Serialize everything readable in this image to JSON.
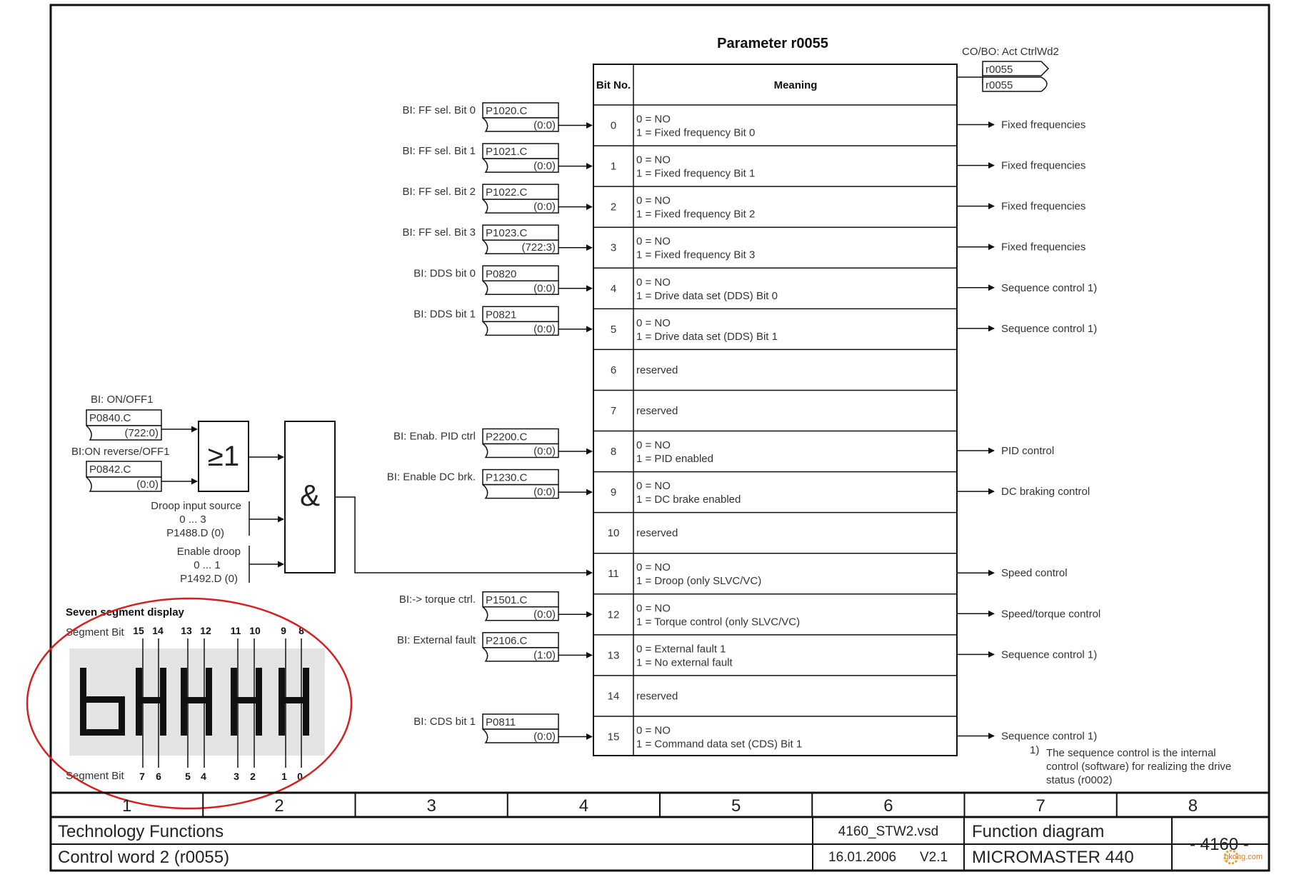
{
  "header": {
    "title": "Parameter r0055",
    "col_bit": "Bit No.",
    "col_meaning": "Meaning",
    "connector_label": "CO/BO: Act CtrlWd2",
    "connector_out1": "r0055",
    "connector_out2": "r0055"
  },
  "rows": [
    {
      "bit": "0",
      "m1": "0 = NO",
      "m2": "1 = Fixed frequency Bit 0",
      "in_label": "BI: FF sel. Bit 0",
      "param": "P1020.C",
      "def": "(0:0)",
      "out": "Fixed frequencies"
    },
    {
      "bit": "1",
      "m1": "0 = NO",
      "m2": "1 = Fixed frequency Bit 1",
      "in_label": "BI: FF sel. Bit 1",
      "param": "P1021.C",
      "def": "(0:0)",
      "out": "Fixed frequencies"
    },
    {
      "bit": "2",
      "m1": "0 = NO",
      "m2": "1 = Fixed frequency Bit 2",
      "in_label": "BI: FF sel. Bit 2",
      "param": "P1022.C",
      "def": "(0:0)",
      "out": "Fixed frequencies"
    },
    {
      "bit": "3",
      "m1": "0 = NO",
      "m2": "1 = Fixed frequency Bit 3",
      "in_label": "BI: FF sel. Bit 3",
      "param": "P1023.C",
      "def": "(722:3)",
      "out": "Fixed frequencies"
    },
    {
      "bit": "4",
      "m1": "0 = NO",
      "m2": "1 = Drive data set (DDS) Bit 0",
      "in_label": "BI: DDS bit 0",
      "param": "P0820",
      "def": "(0:0)",
      "out": "Sequence control 1)"
    },
    {
      "bit": "5",
      "m1": "0 = NO",
      "m2": "1 = Drive data set (DDS) Bit 1",
      "in_label": "BI: DDS bit 1",
      "param": "P0821",
      "def": "(0:0)",
      "out": "Sequence control 1)"
    },
    {
      "bit": "6",
      "m1": "reserved",
      "m2": "",
      "in_label": "",
      "param": "",
      "def": "",
      "out": ""
    },
    {
      "bit": "7",
      "m1": "reserved",
      "m2": "",
      "in_label": "",
      "param": "",
      "def": "",
      "out": ""
    },
    {
      "bit": "8",
      "m1": "0 = NO",
      "m2": "1 = PID enabled",
      "in_label": "BI: Enab. PID ctrl",
      "param": "P2200.C",
      "def": "(0:0)",
      "out": "PID control"
    },
    {
      "bit": "9",
      "m1": "0 = NO",
      "m2": "1 = DC brake enabled",
      "in_label": "BI: Enable DC brk.",
      "param": "P1230.C",
      "def": "(0:0)",
      "out": "DC braking control"
    },
    {
      "bit": "10",
      "m1": "reserved",
      "m2": "",
      "in_label": "",
      "param": "",
      "def": "",
      "out": ""
    },
    {
      "bit": "11",
      "m1": "0 = NO",
      "m2": "1 = Droop (only SLVC/VC)",
      "in_label": "",
      "param": "",
      "def": "",
      "out": "Speed control"
    },
    {
      "bit": "12",
      "m1": "0 = NO",
      "m2": "1 = Torque control (only SLVC/VC)",
      "in_label": "BI:-> torque ctrl.",
      "param": "P1501.C",
      "def": "(0:0)",
      "out": "Speed/torque control"
    },
    {
      "bit": "13",
      "m1": "0 = External fault 1",
      "m2": "1 = No external fault",
      "in_label": "BI: External fault",
      "param": "P2106.C",
      "def": "(1:0)",
      "out": "Sequence control 1)"
    },
    {
      "bit": "14",
      "m1": "reserved",
      "m2": "",
      "in_label": "",
      "param": "",
      "def": "",
      "out": ""
    },
    {
      "bit": "15",
      "m1": "0 = NO",
      "m2": "1 = Command data set (CDS) Bit 1",
      "in_label": "BI: CDS bit 1",
      "param": "P0811",
      "def": "(0:0)",
      "out": "Sequence control 1)"
    }
  ],
  "logic": {
    "in1_label": "BI: ON/OFF1",
    "in1_param": "P0840.C",
    "in1_def": "(722:0)",
    "in2_label": "BI:ON reverse/OFF1",
    "in2_param": "P0842.C",
    "in2_def": "(0:0)",
    "or_symbol": "≥1",
    "and_symbol": "&",
    "droop_src_l1": "Droop input source",
    "droop_src_l2": "0 ... 3",
    "droop_src_l3": "P1488.D (0)",
    "en_droop_l1": "Enable droop",
    "en_droop_l2": "0 ... 1",
    "en_droop_l3": "P1492.D (0)"
  },
  "seven_seg": {
    "title": "Seven segment display",
    "top_label": "Segment Bit",
    "bottom_label": "Segment Bit",
    "top_bits": [
      "15",
      "14",
      "13",
      "12",
      "11",
      "10",
      "9",
      "8"
    ],
    "bottom_bits": [
      "7",
      "6",
      "5",
      "4",
      "3",
      "2",
      "1",
      "0"
    ]
  },
  "footnote": {
    "num": "1)",
    "l1": "The sequence control is the internal",
    "l2": "control (software) for realizing the drive",
    "l3": "status (r0002)"
  },
  "footer": {
    "cols": [
      "1",
      "2",
      "3",
      "4",
      "5",
      "6",
      "7",
      "8"
    ],
    "left1": "Technology Functions",
    "left2": "Control word 2 (r0055)",
    "file": "4160_STW2.vsd",
    "date": "16.01.2006",
    "version": "V2.1",
    "type": "Function diagram",
    "product": "MICROMASTER 440",
    "page": "- 4160 -",
    "watermark": "gkong.com"
  },
  "colors": {
    "line": "#111111",
    "circle": "#d42020",
    "seg_bg": "#e3e3e3",
    "seg_fg": "#111111"
  }
}
